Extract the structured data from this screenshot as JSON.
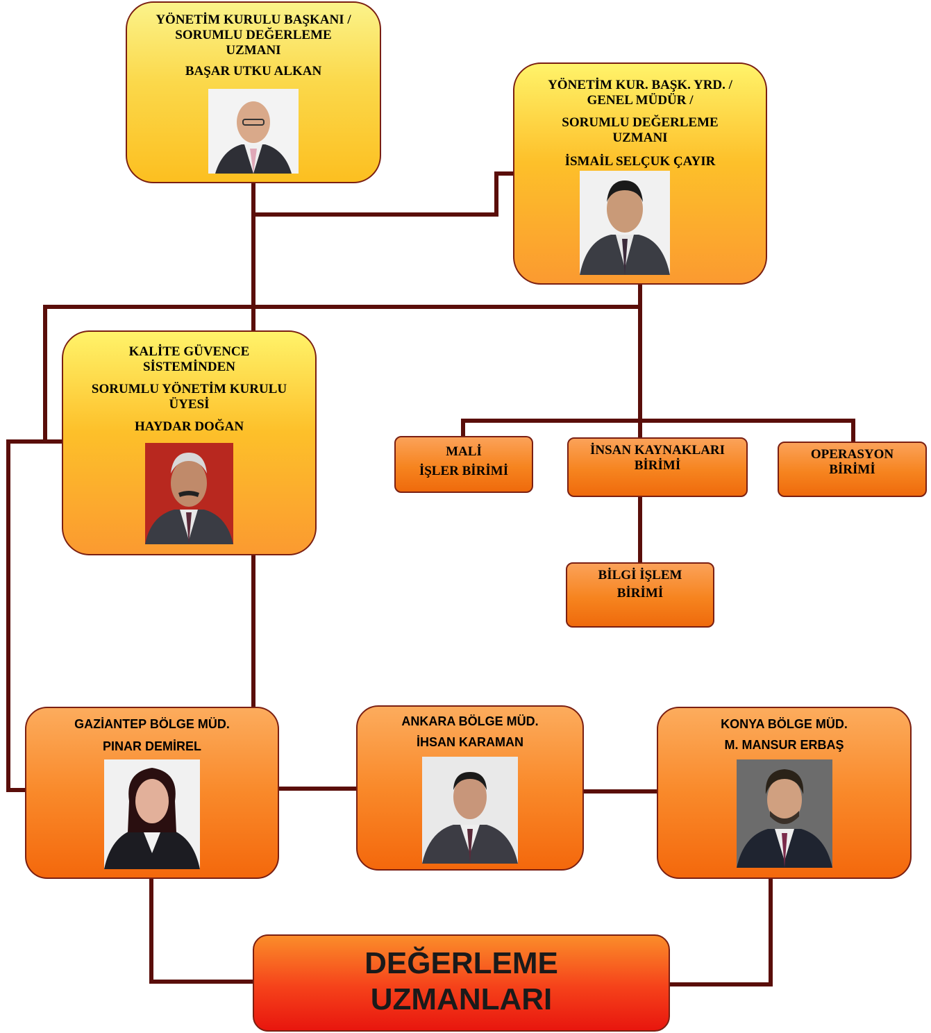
{
  "chairman": {
    "title_lines": [
      "YÖNETİM KURULU BAŞKANI /",
      "SORUMLU DEĞERLEME",
      "UZMANI"
    ],
    "name": "BAŞAR UTKU ALKAN"
  },
  "vice_chairman": {
    "title_lines": [
      "YÖNETİM KUR. BAŞK. YRD. /",
      "GENEL MÜDÜR /",
      "SORUMLU DEĞERLEME",
      "UZMANI"
    ],
    "name": "İSMAİL SELÇUK ÇAYIR"
  },
  "quality_member": {
    "title_lines": [
      "KALİTE GÜVENCE",
      "SİSTEMİNDEN",
      "SORUMLU YÖNETİM KURULU",
      "ÜYESİ"
    ],
    "name": "HAYDAR DOĞAN"
  },
  "units": {
    "finance": [
      "MALİ",
      "İŞLER BİRİMİ"
    ],
    "hr": [
      "İNSAN KAYNAKLARI",
      "BİRİMİ"
    ],
    "operations": [
      "OPERASYON",
      "BİRİMİ"
    ],
    "it": [
      "BİLGİ İŞLEM",
      "BİRİMİ"
    ]
  },
  "regions": {
    "gaziantep": {
      "title": "GAZİANTEP BÖLGE MÜD.",
      "name": "PINAR DEMİREL"
    },
    "ankara": {
      "title": "ANKARA BÖLGE MÜD.",
      "name": "İHSAN KARAMAN"
    },
    "konya": {
      "title": "KONYA BÖLGE MÜD.",
      "name": "M. MANSUR ERBAŞ"
    }
  },
  "footer": {
    "lines": [
      "DEĞERLEME",
      "UZMANLARI"
    ]
  },
  "colors": {
    "connector": "#5a0e0a",
    "border": "#7a1f12"
  }
}
